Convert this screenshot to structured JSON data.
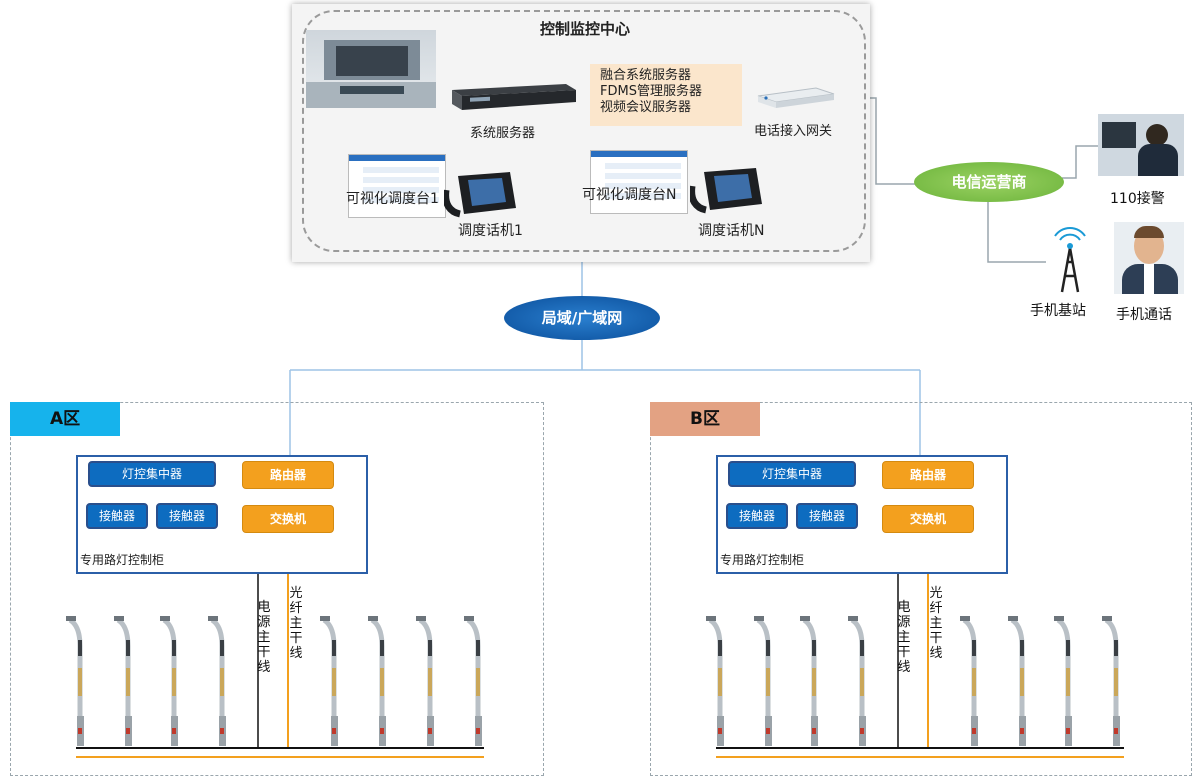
{
  "control_center": {
    "title": "控制监控中心",
    "system_server_label": "系统服务器",
    "services": [
      "融合系统服务器",
      "FDMS管理服务器",
      "视频会议服务器"
    ],
    "phone_gateway_label": "电话接入网关",
    "console_1_label": "可视化调度台1",
    "phone_1_label": "调度话机1",
    "console_n_label": "可视化调度台N",
    "phone_n_label": "调度话机N"
  },
  "network": {
    "lan_wan_label": "局域/广域网"
  },
  "telecom": {
    "operator_label": "电信运营商",
    "police_label": "110接警",
    "base_station_label": "手机基站",
    "mobile_call_label": "手机通话"
  },
  "zone_a": {
    "name": "A区",
    "tag_color": "#16b3ec",
    "concentrator_label": "灯控集中器",
    "router_label": "路由器",
    "contactor_1_label": "接触器",
    "contactor_2_label": "接触器",
    "switch_label": "交换机",
    "cabinet_label": "专用路灯控制柜",
    "power_line_label": "电源主干线",
    "fiber_line_label": "光纤主干线"
  },
  "zone_b": {
    "name": "B区",
    "tag_color": "#e3a283",
    "concentrator_label": "灯控集中器",
    "router_label": "路由器",
    "contactor_1_label": "接触器",
    "contactor_2_label": "接触器",
    "switch_label": "交换机",
    "cabinet_label": "专用路灯控制柜",
    "power_line_label": "电源主干线",
    "fiber_line_label": "光纤主干线"
  },
  "colors": {
    "blue": "#0d6cc0",
    "orange": "#f3a01e",
    "green": "#7cc142",
    "fiber": "#f3a01e",
    "wire": "#111111"
  }
}
